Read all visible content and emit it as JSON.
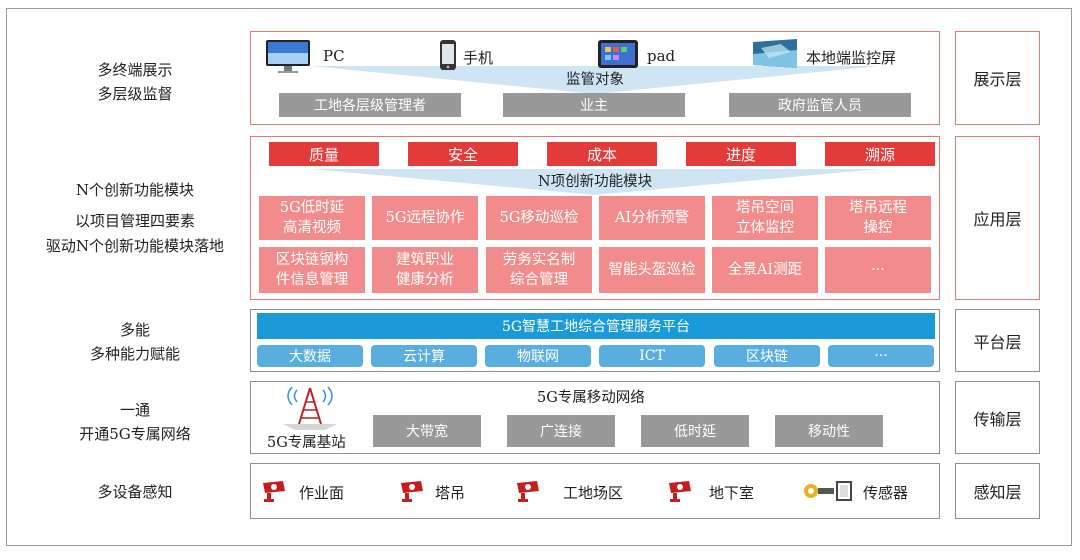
{
  "left_labels": {
    "display": [
      "多终端展示",
      "多层级监督"
    ],
    "application": [
      "N个创新功能模块",
      "以项目管理四要素",
      "驱动N个创新功能模块落地"
    ],
    "platform": [
      "多能",
      "多种能力赋能"
    ],
    "transport": [
      "一通",
      "开通5G专属网络"
    ],
    "sensing": [
      "多设备感知"
    ]
  },
  "layers": {
    "display": "展示层",
    "application": "应用层",
    "platform": "平台层",
    "transport": "传输层",
    "sensing": "感知层"
  },
  "display_panel": {
    "devices": [
      {
        "label": "PC",
        "icon": "monitor-icon"
      },
      {
        "label": "手机",
        "icon": "phone-icon"
      },
      {
        "label": "pad",
        "icon": "tablet-icon"
      },
      {
        "label": "本地端监控屏",
        "icon": "monitor-screen-icon"
      }
    ],
    "banner": "监管对象",
    "targets": [
      "工地各层级管理者",
      "业主",
      "政府监管人员"
    ]
  },
  "application_panel": {
    "elements": [
      "质量",
      "安全",
      "成本",
      "进度",
      "溯源"
    ],
    "banner": "N项创新功能模块",
    "modules_row1": [
      [
        "5G低时延",
        "高清视频"
      ],
      [
        "5G远程协作"
      ],
      [
        "5G移动巡检"
      ],
      [
        "AI分析预警"
      ],
      [
        "塔吊空间",
        "立体监控"
      ],
      [
        "塔吊远程",
        "操控"
      ]
    ],
    "modules_row2": [
      [
        "区块链钢构",
        "件信息管理"
      ],
      [
        "建筑职业",
        "健康分析"
      ],
      [
        "劳务实名制",
        "综合管理"
      ],
      [
        "智能头盔巡检"
      ],
      [
        "全景AI测距"
      ],
      [
        "···"
      ]
    ]
  },
  "platform_panel": {
    "title": "5G智慧工地综合管理服务平台",
    "capabilities": [
      "大数据",
      "云计算",
      "物联网",
      "ICT",
      "区块链",
      "···"
    ]
  },
  "transport_panel": {
    "title": "5G专属移动网络",
    "station_label": "5G专属基站",
    "features": [
      "大带宽",
      "广连接",
      "低时延",
      "移动性"
    ]
  },
  "sensing_panel": {
    "devices": [
      {
        "label": "作业面",
        "icon": "camera-icon"
      },
      {
        "label": "塔吊",
        "icon": "camera-icon"
      },
      {
        "label": "工地场区",
        "icon": "camera-icon"
      },
      {
        "label": "地下室",
        "icon": "camera-icon"
      },
      {
        "label": "传感器",
        "icon": "sensor-icon"
      }
    ]
  },
  "colors": {
    "red": "#e33a3a",
    "pink": "#f28b8b",
    "gray": "#999999",
    "blue": "#1a9ad6",
    "light_blue": "#5aaedf",
    "panel_red_border": "#e07a7a"
  }
}
